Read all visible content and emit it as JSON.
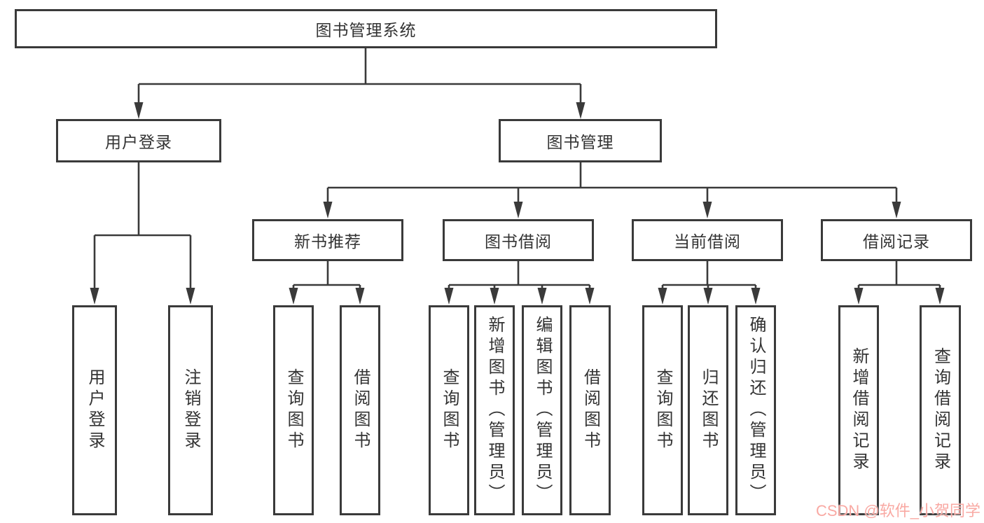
{
  "colors": {
    "line": "#3a3a3a",
    "box_background": "#ffffff",
    "text": "#333333",
    "watermark": "#f9a9a3"
  },
  "watermark": "CSDN @软件_小贺同学",
  "tree": {
    "root": {
      "label": "图书管理系统",
      "children": [
        {
          "label": "用户登录",
          "children": [
            {
              "label": "用户登录"
            },
            {
              "label": "注销登录"
            }
          ]
        },
        {
          "label": "图书管理",
          "children": [
            {
              "label": "新书推荐",
              "children": [
                {
                  "label": "查询图书"
                },
                {
                  "label": "借阅图书"
                }
              ]
            },
            {
              "label": "图书借阅",
              "children": [
                {
                  "label": "查询图书"
                },
                {
                  "label": "新增图书（管理员）"
                },
                {
                  "label": "编辑图书（管理员）"
                },
                {
                  "label": "借阅图书"
                }
              ]
            },
            {
              "label": "当前借阅",
              "children": [
                {
                  "label": "查询图书"
                },
                {
                  "label": "归还图书"
                },
                {
                  "label": "确认归还（管理员）"
                }
              ]
            },
            {
              "label": "借阅记录",
              "children": [
                {
                  "label": "新增借阅记录"
                },
                {
                  "label": "查询借阅记录"
                }
              ]
            }
          ]
        }
      ]
    }
  }
}
